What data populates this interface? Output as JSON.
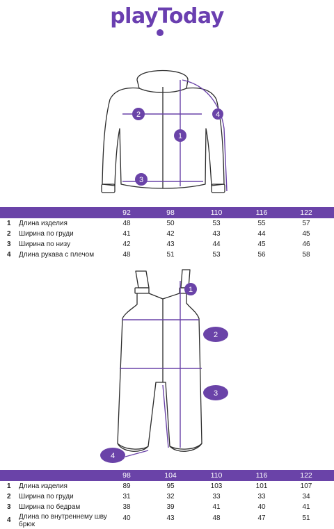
{
  "brand": {
    "logo_text": "playToday",
    "color": "#6a3fb0"
  },
  "colors": {
    "accent": "#6a43a8",
    "outline": "#2b2b2b"
  },
  "jacket_markers": [
    "1",
    "2",
    "3",
    "4"
  ],
  "overalls_markers": [
    "1",
    "2",
    "3",
    "4"
  ],
  "jacket_table": {
    "sizes": [
      "92",
      "98",
      "110",
      "116",
      "122"
    ],
    "rows": [
      {
        "num": "1",
        "label": "Длина изделия",
        "values": [
          "48",
          "50",
          "53",
          "55",
          "57"
        ]
      },
      {
        "num": "2",
        "label": "Ширина по груди",
        "values": [
          "41",
          "42",
          "43",
          "44",
          "45"
        ]
      },
      {
        "num": "3",
        "label": "Ширина по низу",
        "values": [
          "42",
          "43",
          "44",
          "45",
          "46"
        ]
      },
      {
        "num": "4",
        "label": "Длина рукава с плечом",
        "values": [
          "48",
          "51",
          "53",
          "56",
          "58"
        ]
      }
    ]
  },
  "overalls_table": {
    "sizes": [
      "98",
      "104",
      "110",
      "116",
      "122"
    ],
    "rows": [
      {
        "num": "1",
        "label": "Длина изделия",
        "values": [
          "89",
          "95",
          "103",
          "101",
          "107"
        ]
      },
      {
        "num": "2",
        "label": "Ширина по груди",
        "values": [
          "31",
          "32",
          "33",
          "33",
          "34"
        ]
      },
      {
        "num": "3",
        "label": "Ширина по бедрам",
        "values": [
          "38",
          "39",
          "41",
          "40",
          "41"
        ]
      },
      {
        "num": "4",
        "label": "Длина по внутреннему шву брюк",
        "values": [
          "40",
          "43",
          "48",
          "47",
          "51"
        ]
      }
    ]
  }
}
